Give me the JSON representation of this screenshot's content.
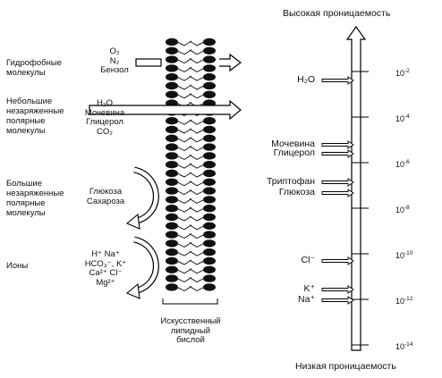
{
  "categories": [
    {
      "id": "hydrophobic",
      "label": "Гидрофобные\nмолекулы",
      "molecules": "O₂\nN₂\nБензол"
    },
    {
      "id": "small-polar",
      "label": "Небольшие\nнезаряженные\nполярные\nмолекулы",
      "molecules": "H₂O\nМочевина\nГлицерол\nCO₂"
    },
    {
      "id": "large-polar",
      "label": "Большие\nнезаряженные\nполярные\nмолекулы",
      "molecules": "Глюкоза\nСахароза"
    },
    {
      "id": "ions",
      "label": "Ионы",
      "molecules": "H⁺  Na⁺\nHCO₃⁻, K⁺\nCa²⁺ Cl⁻\nMg²⁺"
    }
  ],
  "bilayer_label": "Искусственный\nлипидный\nбислой",
  "scale": {
    "top_label": "Высокая проницаемость",
    "bottom_label": "Низкая проницаемость",
    "ticks": [
      {
        "base": "10",
        "exp": "-2"
      },
      {
        "base": "10",
        "exp": "-4"
      },
      {
        "base": "10",
        "exp": "-6"
      },
      {
        "base": "10",
        "exp": "-8"
      },
      {
        "base": "10",
        "exp": "-10"
      },
      {
        "base": "10",
        "exp": "-12"
      },
      {
        "base": "10",
        "exp": "-14"
      }
    ],
    "markers": [
      {
        "label": "H₂O"
      },
      {
        "label": "Мочевина"
      },
      {
        "label": "Глицерол"
      },
      {
        "label": "Триптофан"
      },
      {
        "label": "Глюкоза"
      },
      {
        "label": "Cl⁻"
      },
      {
        "label": "K⁺"
      },
      {
        "label": "Na⁺"
      }
    ]
  }
}
